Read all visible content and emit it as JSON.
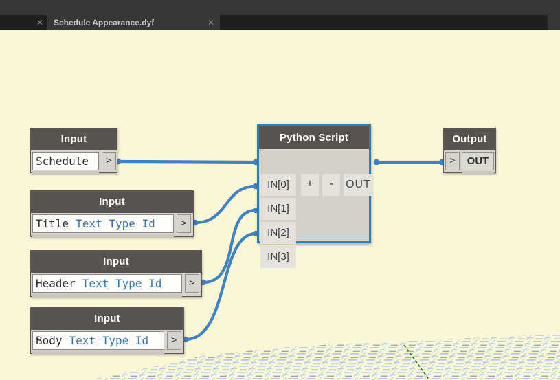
{
  "tab_bar": {
    "close_icon": "✕",
    "tabs": [
      {
        "title": ""
      },
      {
        "title": "Schedule Appearance.dyf"
      }
    ]
  },
  "nodes": {
    "input_schedule": {
      "title": "Input",
      "value_name": "Schedule",
      "value_type": "",
      "port_out": ">"
    },
    "input_title": {
      "title": "Input",
      "value_name": "Title",
      "value_type": "Text Type Id",
      "port_out": ">"
    },
    "input_header": {
      "title": "Input",
      "value_name": "Header",
      "value_type": "Text Type Id",
      "port_out": ">"
    },
    "input_body": {
      "title": "Input",
      "value_name": "Body",
      "value_type": "Text Type Id",
      "port_out": ">"
    },
    "python_script": {
      "title": "Python Script",
      "in_ports": [
        "IN[0]",
        "IN[1]",
        "IN[2]",
        "IN[3]"
      ],
      "add_label": "+",
      "remove_label": "-",
      "out_label": "OUT"
    },
    "output": {
      "title": "Output",
      "port_in": ">",
      "value": "OUT"
    }
  },
  "colors": {
    "wire": "#3F82C3",
    "selection_border": "#2E7DBF",
    "canvas_background": "#FAF7D7",
    "node_header": "#565350",
    "grid_blue": "#AAC6E4",
    "grid_green": "#1E7A1E"
  }
}
